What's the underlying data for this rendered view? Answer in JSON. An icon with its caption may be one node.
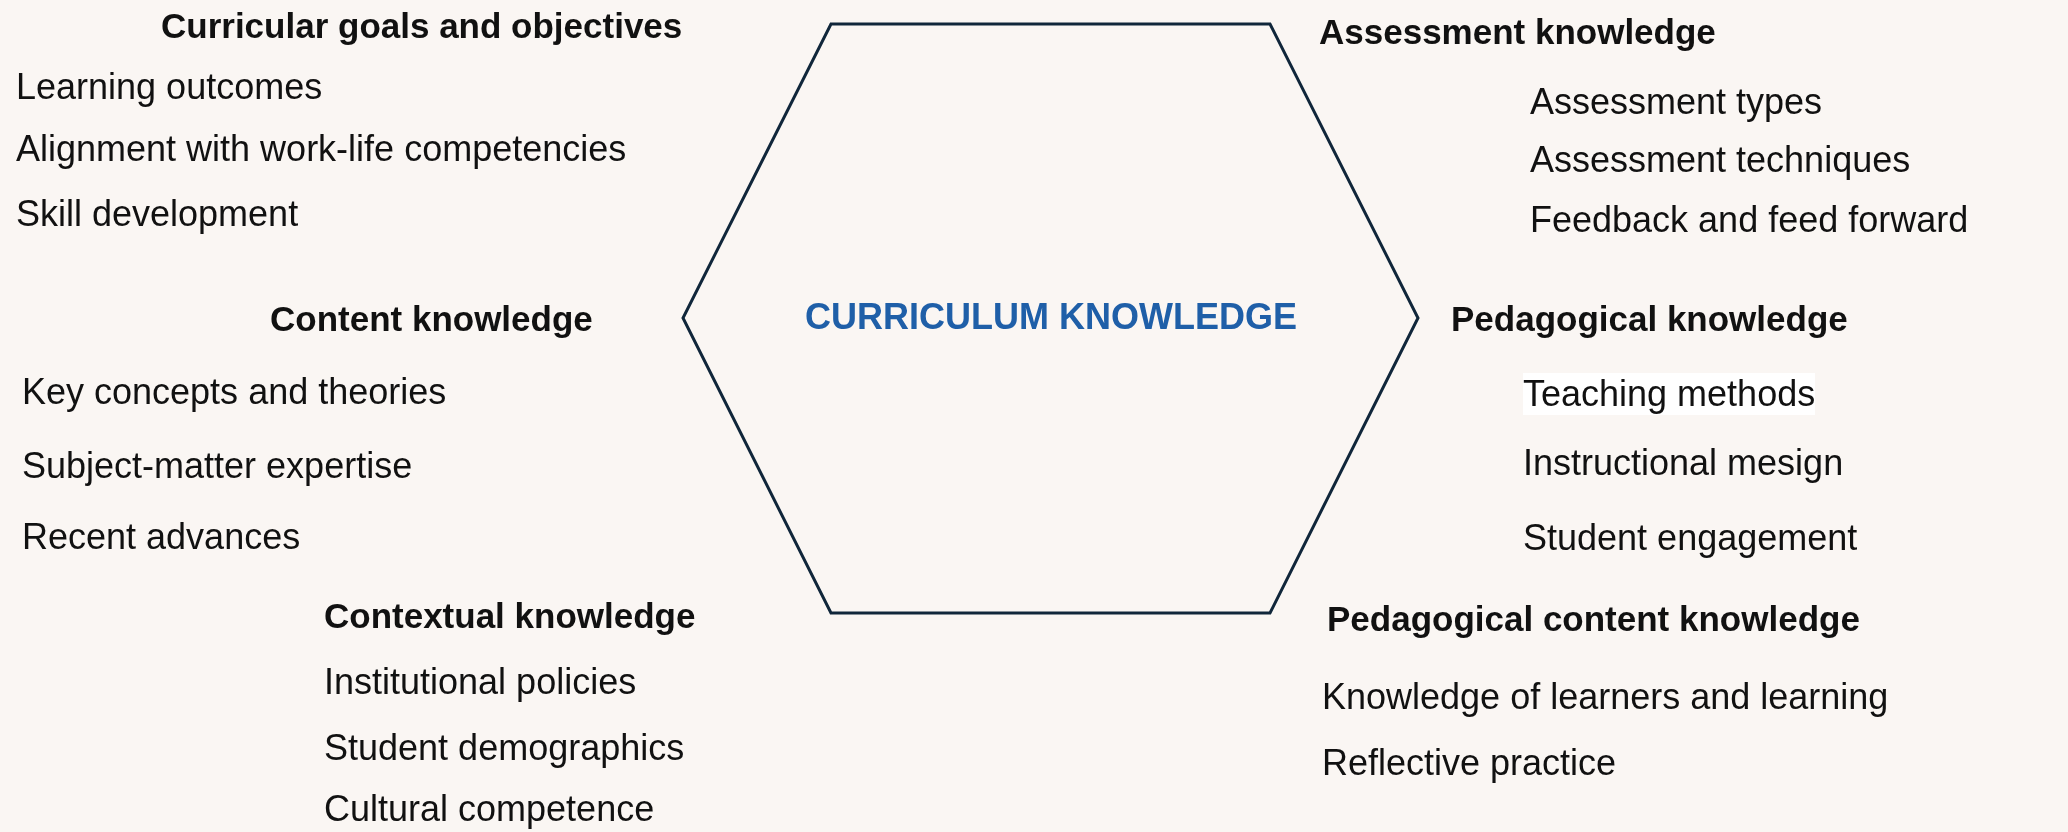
{
  "diagram": {
    "nodes": [
      {
        "text": [
          "CURRICULUM KNOWLEDGE"
        ]
      }
    ],
    "labels": [
      "Curricular goals and objectives",
      "Learning outcomes",
      "Alignment with work-life competencies",
      "Skill development",
      "Assessment knowledge",
      "Assessment types",
      "Assessment techniques",
      "Feedback and feed forward",
      "Content knowledge",
      "Key concepts and theories",
      "Subject-matter expertise",
      "Recent advances",
      "Pedagogical knowledge",
      "Teaching methods",
      "Instructional mesign",
      "Student engagement",
      "Contextual knowledge",
      "Institutional policies",
      "Student demographics",
      "Cultural competence",
      "Pedagogical content knowledge",
      "Knowledge of learners and learning",
      "Reflective practice"
    ]
  }
}
